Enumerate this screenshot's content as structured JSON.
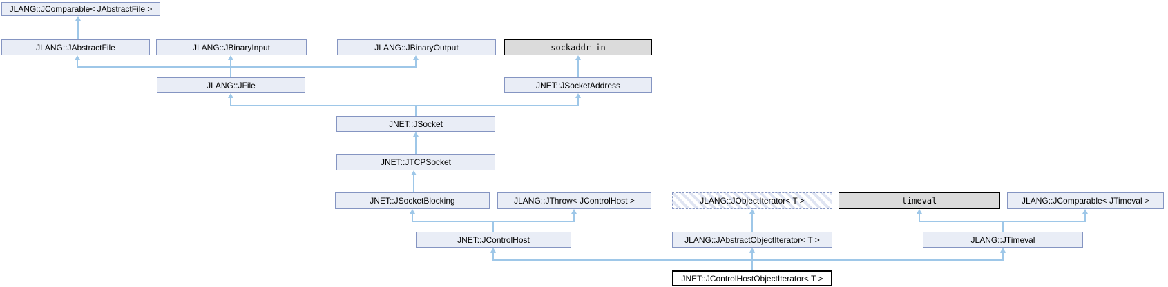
{
  "colors": {
    "background": "#ffffff",
    "node_fill": "#e9edf6",
    "node_border": "#8595c2",
    "struct_fill": "#dbdbdb",
    "struct_border": "#000000",
    "current_fill": "#ffffff",
    "current_border": "#000000",
    "hatch_stripe": "#dfe4f2",
    "arrow": "#9ec7e8",
    "text": "#000000"
  },
  "diagram": {
    "type": "class-inheritance-graph",
    "nodes": {
      "jcomparable_jabstractfile": {
        "label": "JLANG::JComparable< JAbstractFile >",
        "style": "default"
      },
      "jabstractfile": {
        "label": "JLANG::JAbstractFile",
        "style": "default"
      },
      "jbinaryinput": {
        "label": "JLANG::JBinaryInput",
        "style": "default"
      },
      "jbinaryoutput": {
        "label": "JLANG::JBinaryOutput",
        "style": "default"
      },
      "sockaddr_in": {
        "label": "sockaddr_in",
        "style": "struct"
      },
      "jfile": {
        "label": "JLANG::JFile",
        "style": "default"
      },
      "jsocketaddress": {
        "label": "JNET::JSocketAddress",
        "style": "default"
      },
      "jsocket": {
        "label": "JNET::JSocket",
        "style": "default"
      },
      "jtcpsocket": {
        "label": "JNET::JTCPSocket",
        "style": "default"
      },
      "jsocketblocking": {
        "label": "JNET::JSocketBlocking",
        "style": "default"
      },
      "jthrow_jcontrolhost": {
        "label": "JLANG::JThrow< JControlHost >",
        "style": "default"
      },
      "jobjectiterator_t": {
        "label": "JLANG::JObjectIterator< T >",
        "style": "template"
      },
      "timeval": {
        "label": "timeval",
        "style": "struct"
      },
      "jcomparable_jtimeval": {
        "label": "JLANG::JComparable< JTimeval >",
        "style": "default"
      },
      "jcontrolhost": {
        "label": "JNET::JControlHost",
        "style": "default"
      },
      "jabstractobjectiterator_t": {
        "label": "JLANG::JAbstractObjectIterator< T >",
        "style": "default"
      },
      "jtimeval": {
        "label": "JLANG::JTimeval",
        "style": "default"
      },
      "jcontrolhostobjectiterator_t": {
        "label": "JNET::JControlHostObjectIterator< T >",
        "style": "current"
      }
    },
    "inheritance": [
      {
        "derived": "JLANG::JAbstractFile",
        "bases": [
          "JLANG::JComparable< JAbstractFile >"
        ]
      },
      {
        "derived": "JLANG::JFile",
        "bases": [
          "JLANG::JAbstractFile",
          "JLANG::JBinaryInput",
          "JLANG::JBinaryOutput"
        ]
      },
      {
        "derived": "JNET::JSocketAddress",
        "bases": [
          "sockaddr_in"
        ]
      },
      {
        "derived": "JNET::JSocket",
        "bases": [
          "JLANG::JFile",
          "JNET::JSocketAddress"
        ]
      },
      {
        "derived": "JNET::JTCPSocket",
        "bases": [
          "JNET::JSocket"
        ]
      },
      {
        "derived": "JNET::JSocketBlocking",
        "bases": [
          "JNET::JTCPSocket"
        ]
      },
      {
        "derived": "JNET::JControlHost",
        "bases": [
          "JNET::JSocketBlocking",
          "JLANG::JThrow< JControlHost >"
        ]
      },
      {
        "derived": "JLANG::JAbstractObjectIterator< T >",
        "bases": [
          "JLANG::JObjectIterator< T >"
        ]
      },
      {
        "derived": "JLANG::JTimeval",
        "bases": [
          "timeval",
          "JLANG::JComparable< JTimeval >"
        ]
      },
      {
        "derived": "JNET::JControlHostObjectIterator< T >",
        "bases": [
          "JNET::JControlHost",
          "JLANG::JAbstractObjectIterator< T >",
          "JLANG::JTimeval"
        ]
      }
    ]
  }
}
